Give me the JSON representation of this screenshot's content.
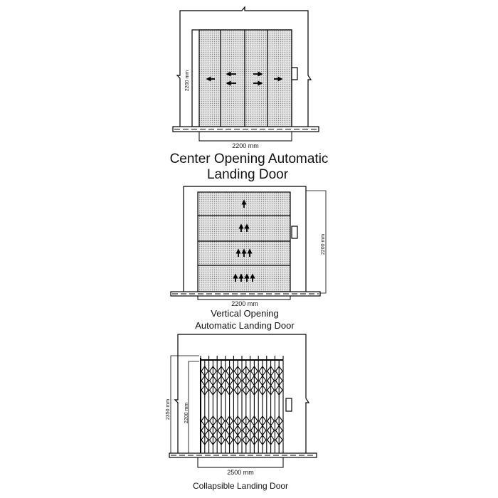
{
  "diagrams": [
    {
      "title_line1": "Center Opening Automatic",
      "title_line2": "Landing Door",
      "width_label": "2200 mm",
      "height_label": "2200 mm",
      "arrows": "left-left-right-right"
    },
    {
      "title_line1": "Vertical Opening",
      "title_line2": "Automatic Landing Door",
      "width_label": "2200 mm",
      "height_label": "2200 mm",
      "arrows_per_row": [
        1,
        2,
        3,
        4
      ]
    },
    {
      "title": "Collapsible Landing Door",
      "width_label": "2500 mm",
      "outer_height_label": "2350 mm",
      "inner_height_label": "2200 mm"
    }
  ]
}
